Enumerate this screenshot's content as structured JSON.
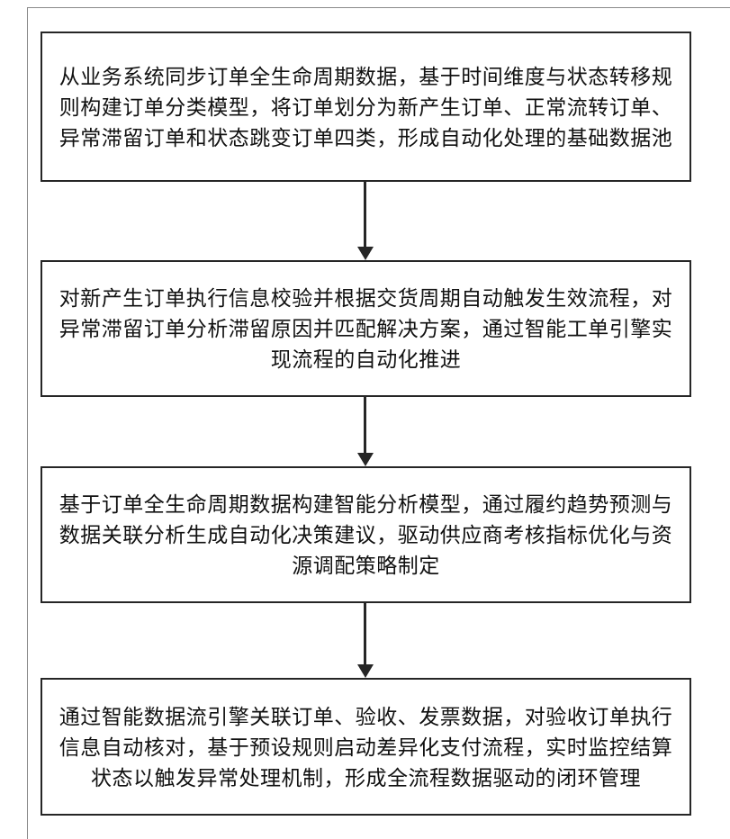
{
  "figure": {
    "type": "flowchart",
    "direction": "top-down",
    "background_color": "#ffffff",
    "box_border_color": "#262626",
    "text_color": "#111111",
    "arrow_color": "#262626"
  },
  "flow": {
    "steps": [
      {
        "id": 1,
        "text": "从业务系统同步订单全生命周期数据，基于时间维度与状态转移规则构建订单分类模型，将订单划分为新产生订单、正常流转订单、异常滞留订单和状态跳变订单四类，形成自动化处理的基础数据池"
      },
      {
        "id": 2,
        "text": "对新产生订单执行信息校验并根据交货周期自动触发生效流程，对异常滞留订单分析滞留原因并匹配解决方案，通过智能工单引擎实现流程的自动化推进"
      },
      {
        "id": 3,
        "text": "基于订单全生命周期数据构建智能分析模型，通过履约趋势预测与数据关联分析生成自动化决策建议，驱动供应商考核指标优化与资源调配策略制定"
      },
      {
        "id": 4,
        "text": "通过智能数据流引擎关联订单、验收、发票数据，对验收订单执行信息自动核对，基于预设规则启动差异化支付流程，实时监控结算状态以触发异常处理机制，形成全流程数据驱动的闭环管理"
      }
    ],
    "connectors": [
      {
        "from": 1,
        "to": 2,
        "icon": "arrow-down-icon"
      },
      {
        "from": 2,
        "to": 3,
        "icon": "arrow-down-icon"
      },
      {
        "from": 3,
        "to": 4,
        "icon": "arrow-down-icon"
      }
    ]
  }
}
